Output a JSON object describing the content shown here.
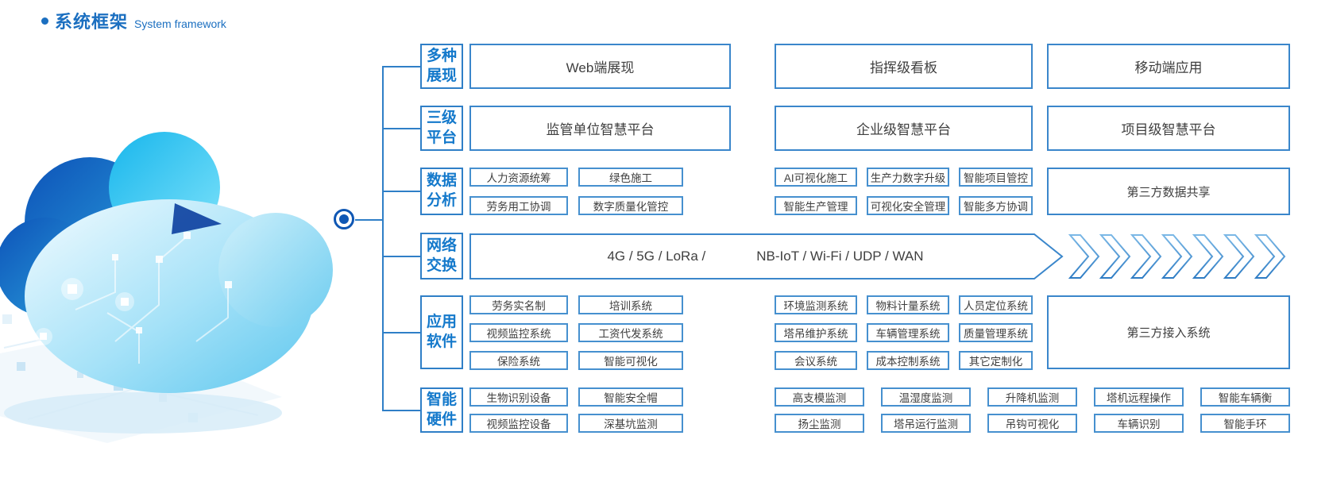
{
  "title": {
    "zh": "系统框架",
    "en": "System framework"
  },
  "colors": {
    "accent_blue": "#1b6fc0",
    "box_border": "#3a86cb",
    "label_text": "#1479cb",
    "body_text": "#3f3f3f"
  },
  "rows": [
    {
      "label": [
        "多种",
        "展现"
      ],
      "cells": [
        "Web端展现",
        "指挥级看板",
        "移动端应用"
      ]
    },
    {
      "label": [
        "三级",
        "平台"
      ],
      "cells": [
        "监管单位智慧平台",
        "企业级智慧平台",
        "项目级智慧平台"
      ]
    },
    {
      "label": [
        "数据",
        "分析"
      ],
      "grid": [
        [
          "人力资源统筹",
          "绿色施工",
          "AI可视化施工",
          "生产力数字升级",
          "智能项目管控"
        ],
        [
          "劳务用工协调",
          "数字质量化管控",
          "智能生产管理",
          "可视化安全管理",
          "智能多方协调"
        ]
      ],
      "tall": "第三方数据共享"
    },
    {
      "label": [
        "网络",
        "交换"
      ],
      "band_left": "4G / 5G / LoRa /",
      "band_right": "NB-IoT / Wi-Fi / UDP / WAN",
      "chevron_count": 7
    },
    {
      "label": [
        "应用",
        "软件"
      ],
      "grid": [
        [
          "劳务实名制",
          "培训系统",
          "环境监测系统",
          "物料计量系统",
          "人员定位系统"
        ],
        [
          "视频监控系统",
          "工资代发系统",
          "塔吊维护系统",
          "车辆管理系统",
          "质量管理系统"
        ],
        [
          "保险系统",
          "智能可视化",
          "会议系统",
          "成本控制系统",
          "其它定制化"
        ]
      ],
      "tall": "第三方接入系统"
    },
    {
      "label": [
        "智能",
        "硬件"
      ],
      "grid": [
        [
          "生物识别设备",
          "智能安全帽",
          "高支模监测",
          "温湿度监测",
          "升降机监测",
          "塔机远程操作",
          "智能车辆衡"
        ],
        [
          "视频监控设备",
          "深基坑监测",
          "扬尘监测",
          "塔吊运行监测",
          "吊钩可视化",
          "车辆识别",
          "智能手环"
        ]
      ]
    }
  ]
}
